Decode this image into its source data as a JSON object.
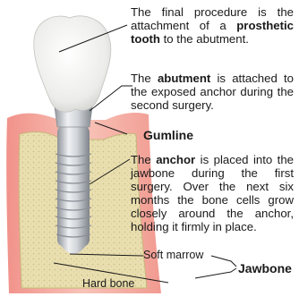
{
  "callouts": {
    "crown_text": {
      "pre": "The final procedure is the attachment of a ",
      "bold": "prosthetic tooth",
      "post": " to the abutment."
    },
    "abutment_text": {
      "pre": "The ",
      "bold": "abutment",
      "post": " is attached to the exposed anchor during the second surgery."
    },
    "gumline_label": "Gumline",
    "anchor_text": {
      "pre": "The ",
      "bold": "anchor",
      "post": " is placed into the jawbone during the first surgery. Over the next six months the bone cells grow closely around the anchor, holding it firmly in place."
    },
    "soft_marrow_label": "Soft marrow",
    "hard_bone_label": "Hard bone",
    "jawbone_label": "Jawbone"
  },
  "colors": {
    "gum": "#f2a7a0",
    "bone": "#e7dcac",
    "metal": "#c9ccd1",
    "crown": "#f4f4f2"
  }
}
